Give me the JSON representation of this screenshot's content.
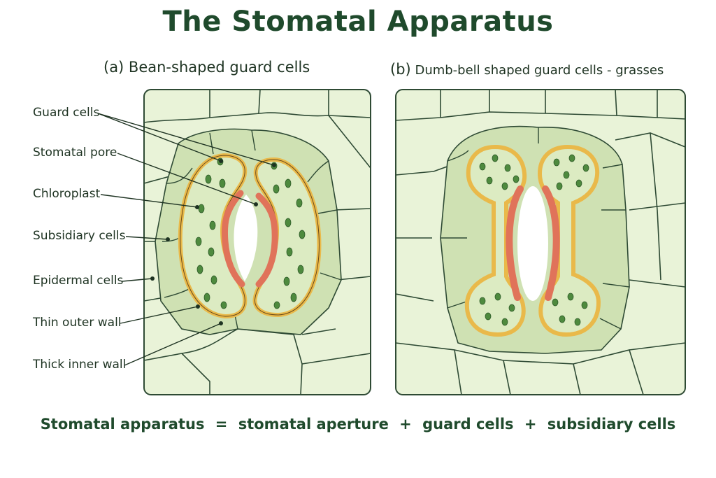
{
  "title": "The Stomatal Apparatus",
  "panel_a": {
    "heading": "(a) Bean-shaped guard cells"
  },
  "panel_b": {
    "heading_lead": "(b)",
    "heading_rest": "Dumb-bell shaped guard cells - grasses"
  },
  "labels": {
    "guard_cells": "Guard cells",
    "stomatal_pore": "Stomatal pore",
    "chloroplast": "Chloroplast",
    "subsidiary_cells": "Subsidiary cells",
    "epidermal_cells": "Epidermal cells",
    "thin_outer_wall": "Thin outer wall",
    "thick_inner_wall": "Thick inner wall"
  },
  "equation": {
    "term1": "Stomatal apparatus",
    "eq": "=",
    "term2": "stomatal aperture",
    "plus1": "+",
    "term3": "guard cells",
    "plus2": "+",
    "term4": "subsidiary cells"
  },
  "colors": {
    "epidermis": "#e9f3d8",
    "epidermis_line": "#2e4a34",
    "subsidiary": "#cfe1b3",
    "guard_fill": "#dcebc2",
    "outer_wall": "#e9b94a",
    "inner_wall": "#e0735a",
    "chloroplast": "#4e8a3e",
    "title_green": "#1f4a2c"
  }
}
